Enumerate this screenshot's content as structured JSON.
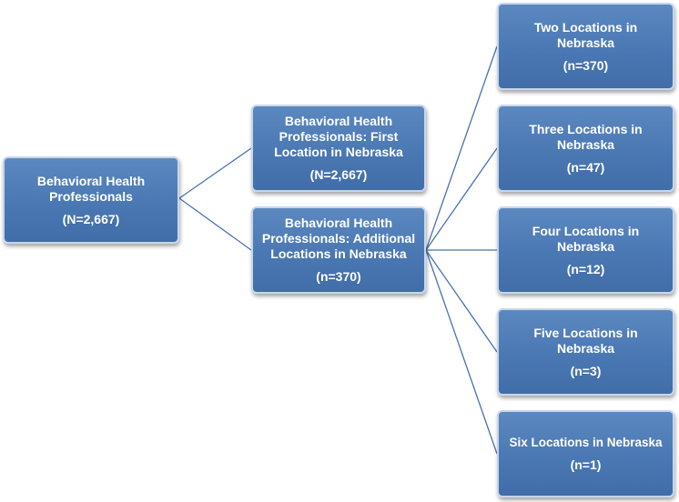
{
  "root": {
    "label": "Behavioral Health Professionals",
    "count": "(N=2,667)"
  },
  "first_location": {
    "label": "Behavioral Health Professionals: First Location in Nebraska",
    "count": "(N=2,667)"
  },
  "additional_locations": {
    "label": "Behavioral Health Professionals: Additional Locations in Nebraska",
    "count": "(n=370)"
  },
  "breakdown": [
    {
      "label": "Two Locations in Nebraska",
      "count": "(n=370)"
    },
    {
      "label": "Three Locations in Nebraska",
      "count": "(n=47)"
    },
    {
      "label": "Four Locations in Nebraska",
      "count": "(n=12)"
    },
    {
      "label": "Five Locations in Nebraska",
      "count": "(n=3)"
    },
    {
      "label": "Six Locations in Nebraska",
      "count": "(n=1)"
    }
  ],
  "colors": {
    "box_fill": "#4f7db7",
    "box_border": "#c7d6ea",
    "connector": "#4a72b0",
    "text": "#ffffff"
  }
}
